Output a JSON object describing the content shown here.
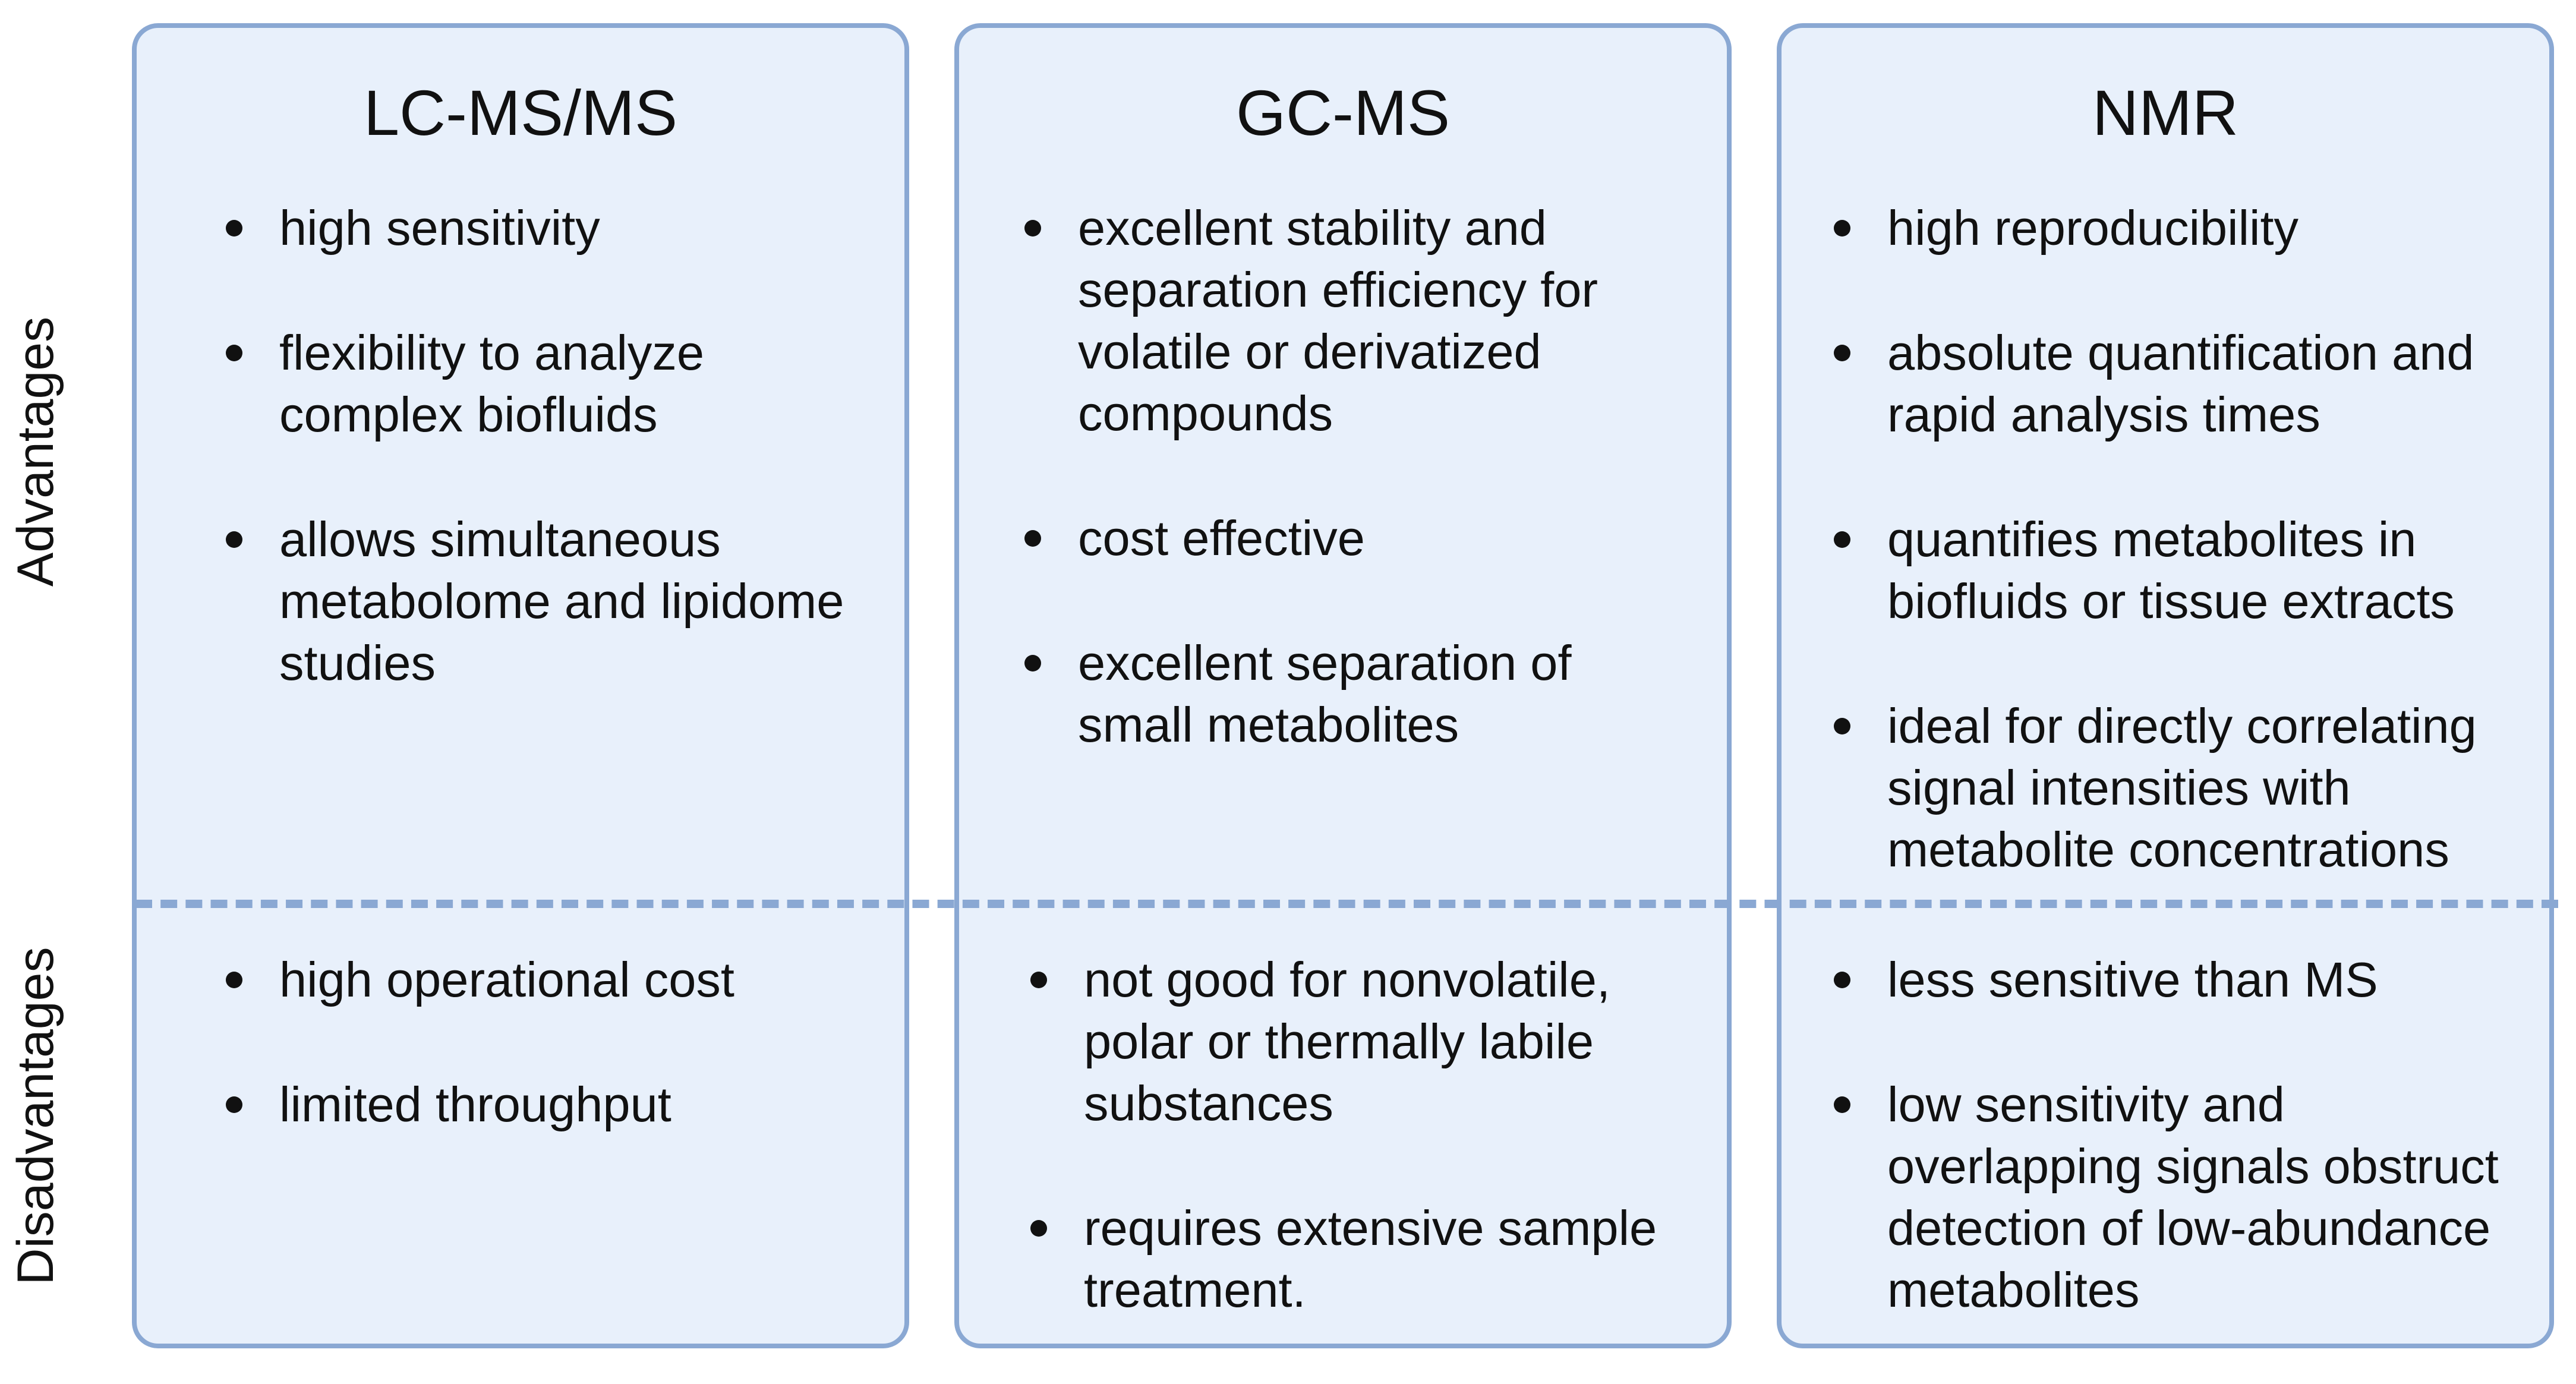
{
  "row_labels": {
    "advantages": "Advantages",
    "disadvantages": "Disadvantages"
  },
  "columns": [
    {
      "title": "LC-MS/MS",
      "advantages": [
        "high sensitivity",
        "flexibility to analyze complex biofluids",
        "allows simultaneous metabolome and lipidome studies"
      ],
      "disadvantages": [
        "high operational cost",
        "limited throughput"
      ]
    },
    {
      "title": "GC-MS",
      "advantages": [
        "excellent stability and separation efficiency for volatile or derivatized compounds",
        "cost effective",
        "excellent separation of small metabolites"
      ],
      "disadvantages": [
        "not good for nonvolatile, polar or thermally labile substances",
        "requires extensive sample treatment."
      ]
    },
    {
      "title": "NMR",
      "advantages": [
        "high reproducibility",
        "absolute quantification and rapid analysis times",
        "quantifies metabolites in biofluids or tissue extracts",
        "ideal for directly correlating signal intensities with metabolite concentrations"
      ],
      "disadvantages": [
        "less sensitive than MS",
        "low sensitivity and overlapping signals obstruct detection of low-abundance metabolites"
      ]
    }
  ],
  "colors": {
    "card_fill": "#e8f0fb",
    "card_border": "#8aa8d3",
    "divider": "#8aa8d3"
  }
}
